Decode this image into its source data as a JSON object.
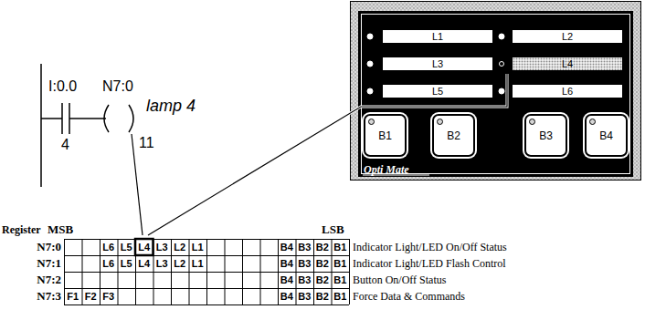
{
  "diagram": {
    "nodes": [
      {
        "text": [
          "Opti Mate"
        ]
      },
      {
        "text": [
          "L1"
        ],
        "in": 0
      },
      {
        "text": [
          "L2"
        ],
        "in": 0
      },
      {
        "text": [
          "L3"
        ],
        "in": 0
      },
      {
        "text": [
          "L4"
        ],
        "in": 0
      },
      {
        "text": [
          "L5"
        ],
        "in": 0
      },
      {
        "text": [
          "L6"
        ],
        "in": 0
      },
      {
        "text": [
          "B1"
        ],
        "in": 0
      },
      {
        "text": [
          "B2"
        ],
        "in": 0
      },
      {
        "text": [
          "B3"
        ],
        "in": 0
      },
      {
        "text": [
          "B4"
        ],
        "in": 0
      }
    ],
    "labels": [
      "I:0.0",
      "4",
      "N7:0",
      "11",
      "lamp 4",
      "Register",
      "MSB",
      "LSB",
      "N7:0",
      "L6",
      "L5",
      "L4",
      "L3",
      "L2",
      "L1",
      "B4",
      "B3",
      "B2",
      "B1",
      "Indicator Light/LED On/Off Status",
      "N7:1",
      "L6",
      "L5",
      "L4",
      "L3",
      "L2",
      "L1",
      "B4",
      "B3",
      "B2",
      "B1",
      "Indicator Light/LED Flash Control",
      "N7:2",
      "B4",
      "B3",
      "B2",
      "B1",
      "Button On/Off Status",
      "N7:3",
      "F1",
      "F2",
      "F3",
      "B4",
      "B3",
      "B2",
      "B1",
      "Force Data & Commands"
    ]
  }
}
